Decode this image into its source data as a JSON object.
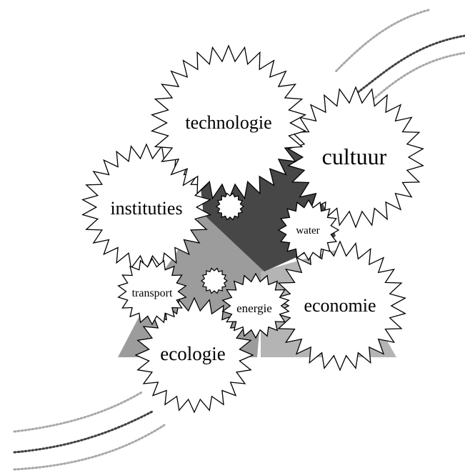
{
  "diagram": {
    "nodes": [
      {
        "id": "technologie",
        "label": "technologie"
      },
      {
        "id": "cultuur",
        "label": "cultuur"
      },
      {
        "id": "instituties",
        "label": "instituties"
      },
      {
        "id": "water",
        "label": "water"
      },
      {
        "id": "transport",
        "label": "transport"
      },
      {
        "id": "energie",
        "label": "energie"
      },
      {
        "id": "economie",
        "label": "economie"
      },
      {
        "id": "ecologie",
        "label": "ecologie"
      }
    ],
    "colors": {
      "dark_region": "#474747",
      "mid_region": "#9c9c9c",
      "light_region": "#b4b4b4",
      "dotted_light": "#a8a8a8",
      "dotted_dark": "#404040",
      "star_fill": "#ffffff",
      "star_stroke": "#000000"
    }
  }
}
